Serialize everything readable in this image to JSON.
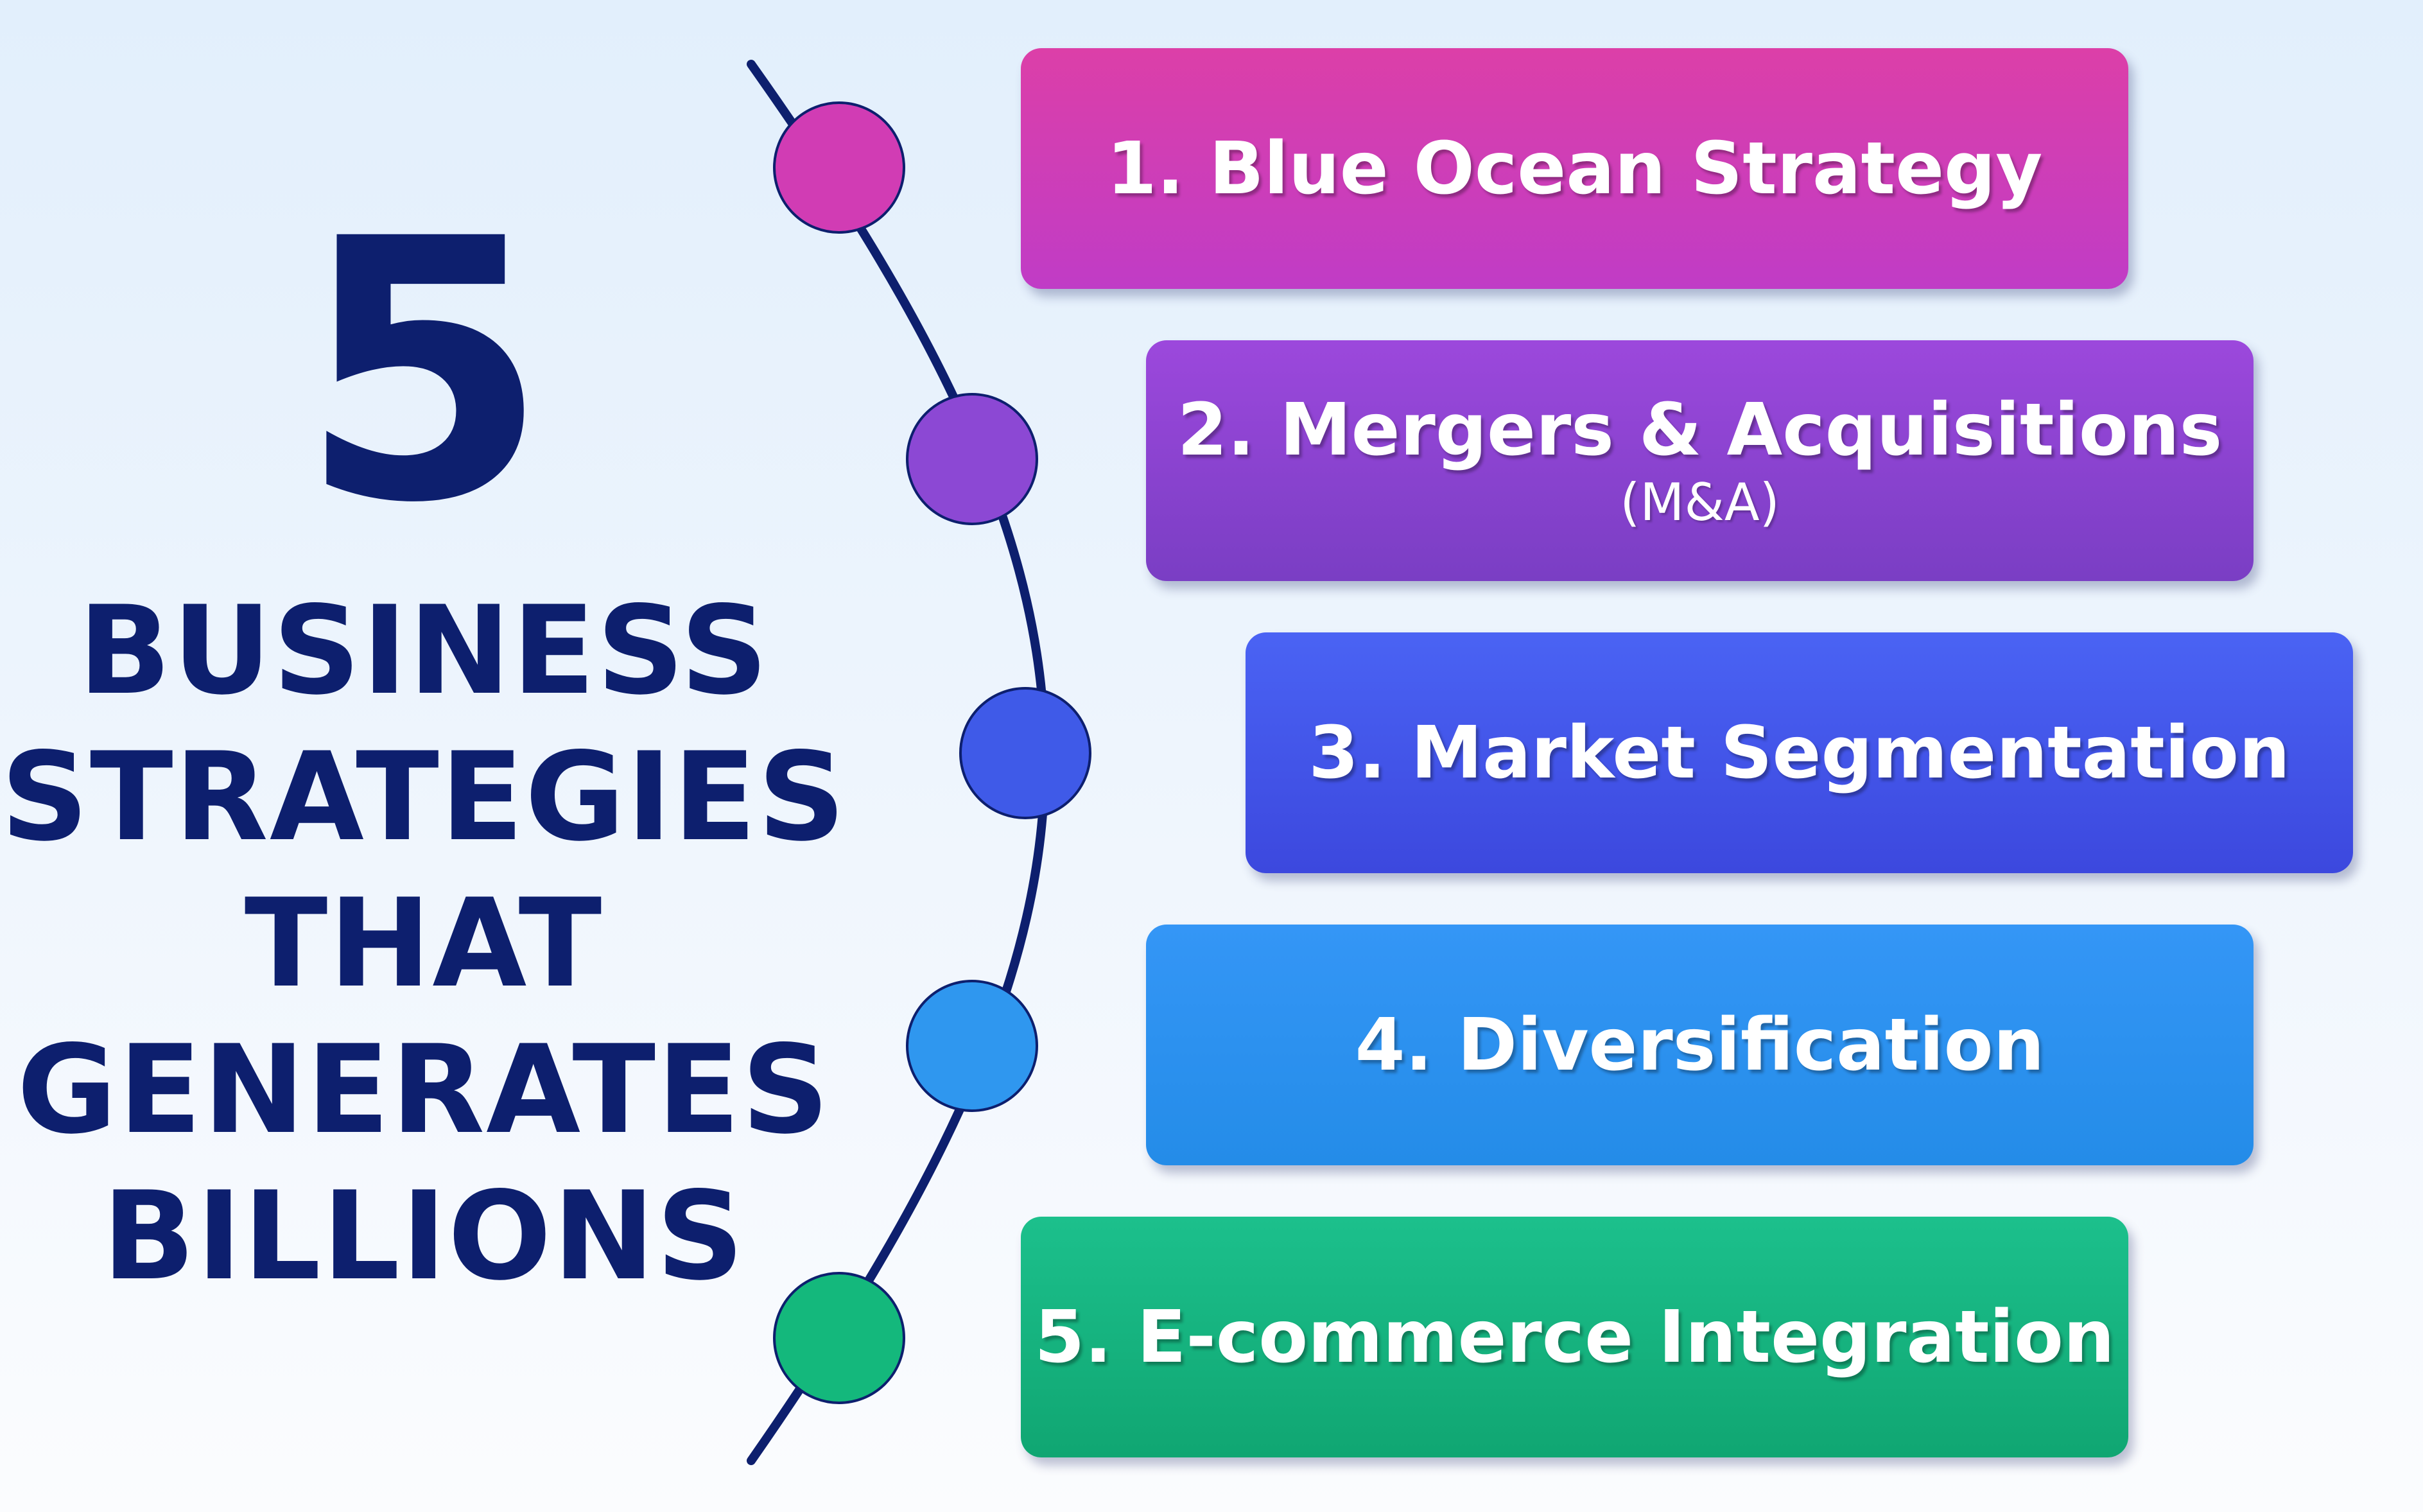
{
  "title": {
    "number": "5",
    "lines": [
      "BUSINESS",
      "STRATEGIES",
      "THAT",
      "GENERATES",
      "BILLIONS"
    ]
  },
  "strategies": [
    {
      "label": "1. Blue Ocean Strategy",
      "sub": "",
      "color_top": "#dc3fa8",
      "color_bottom": "#c03cc6"
    },
    {
      "label": "2. Mergers & Acquisitions",
      "sub": "(M&A)",
      "color_top": "#9c48dc",
      "color_bottom": "#7a3ec4"
    },
    {
      "label": "3. Market Segmentation",
      "sub": "",
      "color_top": "#4a63f4",
      "color_bottom": "#3c48de"
    },
    {
      "label": "4. Diversification",
      "sub": "",
      "color_top": "#3496f6",
      "color_bottom": "#248ce8"
    },
    {
      "label": "5. E-commerce Integration",
      "sub": "",
      "color_top": "#1cc08c",
      "color_bottom": "#10a672"
    }
  ],
  "colors": {
    "title": "#0d1f6e",
    "arc": "#0d1f6e",
    "dot_1": "#d13cb4",
    "dot_2": "#8c48d4",
    "dot_3": "#3f5ae8",
    "dot_4": "#2f97ef",
    "dot_5": "#14b87c"
  }
}
